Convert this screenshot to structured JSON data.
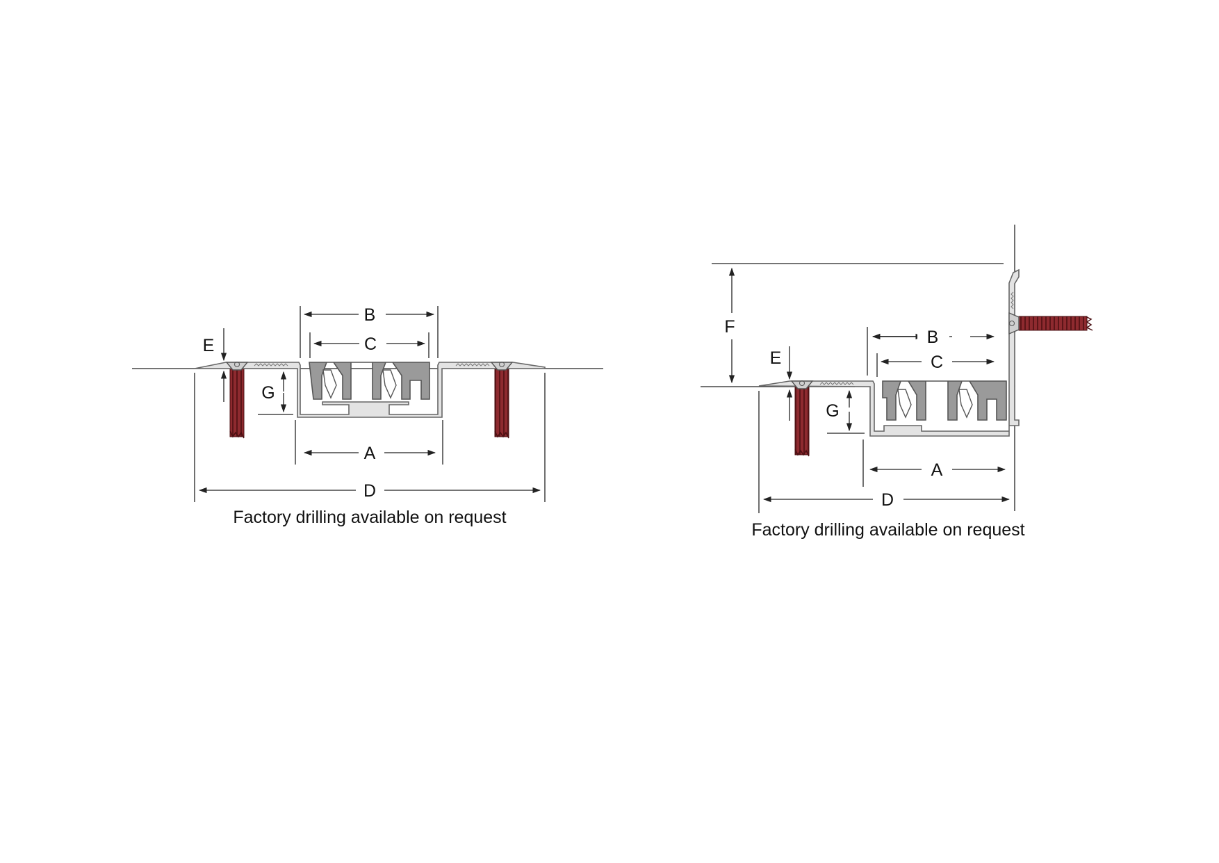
{
  "colors": {
    "anchor": "#8e2a2f",
    "anchor_dark": "#5b1518",
    "seal": "#9a9a9a",
    "profile": "#e3e3e3",
    "line": "#222222"
  },
  "diagram_left": {
    "labels": {
      "a": "A",
      "b": "B",
      "c": "C",
      "d": "D",
      "e": "E",
      "g": "G"
    },
    "caption": "Factory drilling available on request"
  },
  "diagram_right": {
    "labels": {
      "a": "A",
      "b": "B",
      "c": "C",
      "d": "D",
      "e": "E",
      "f": "F",
      "g": "G"
    },
    "caption": "Factory drilling available on request"
  }
}
